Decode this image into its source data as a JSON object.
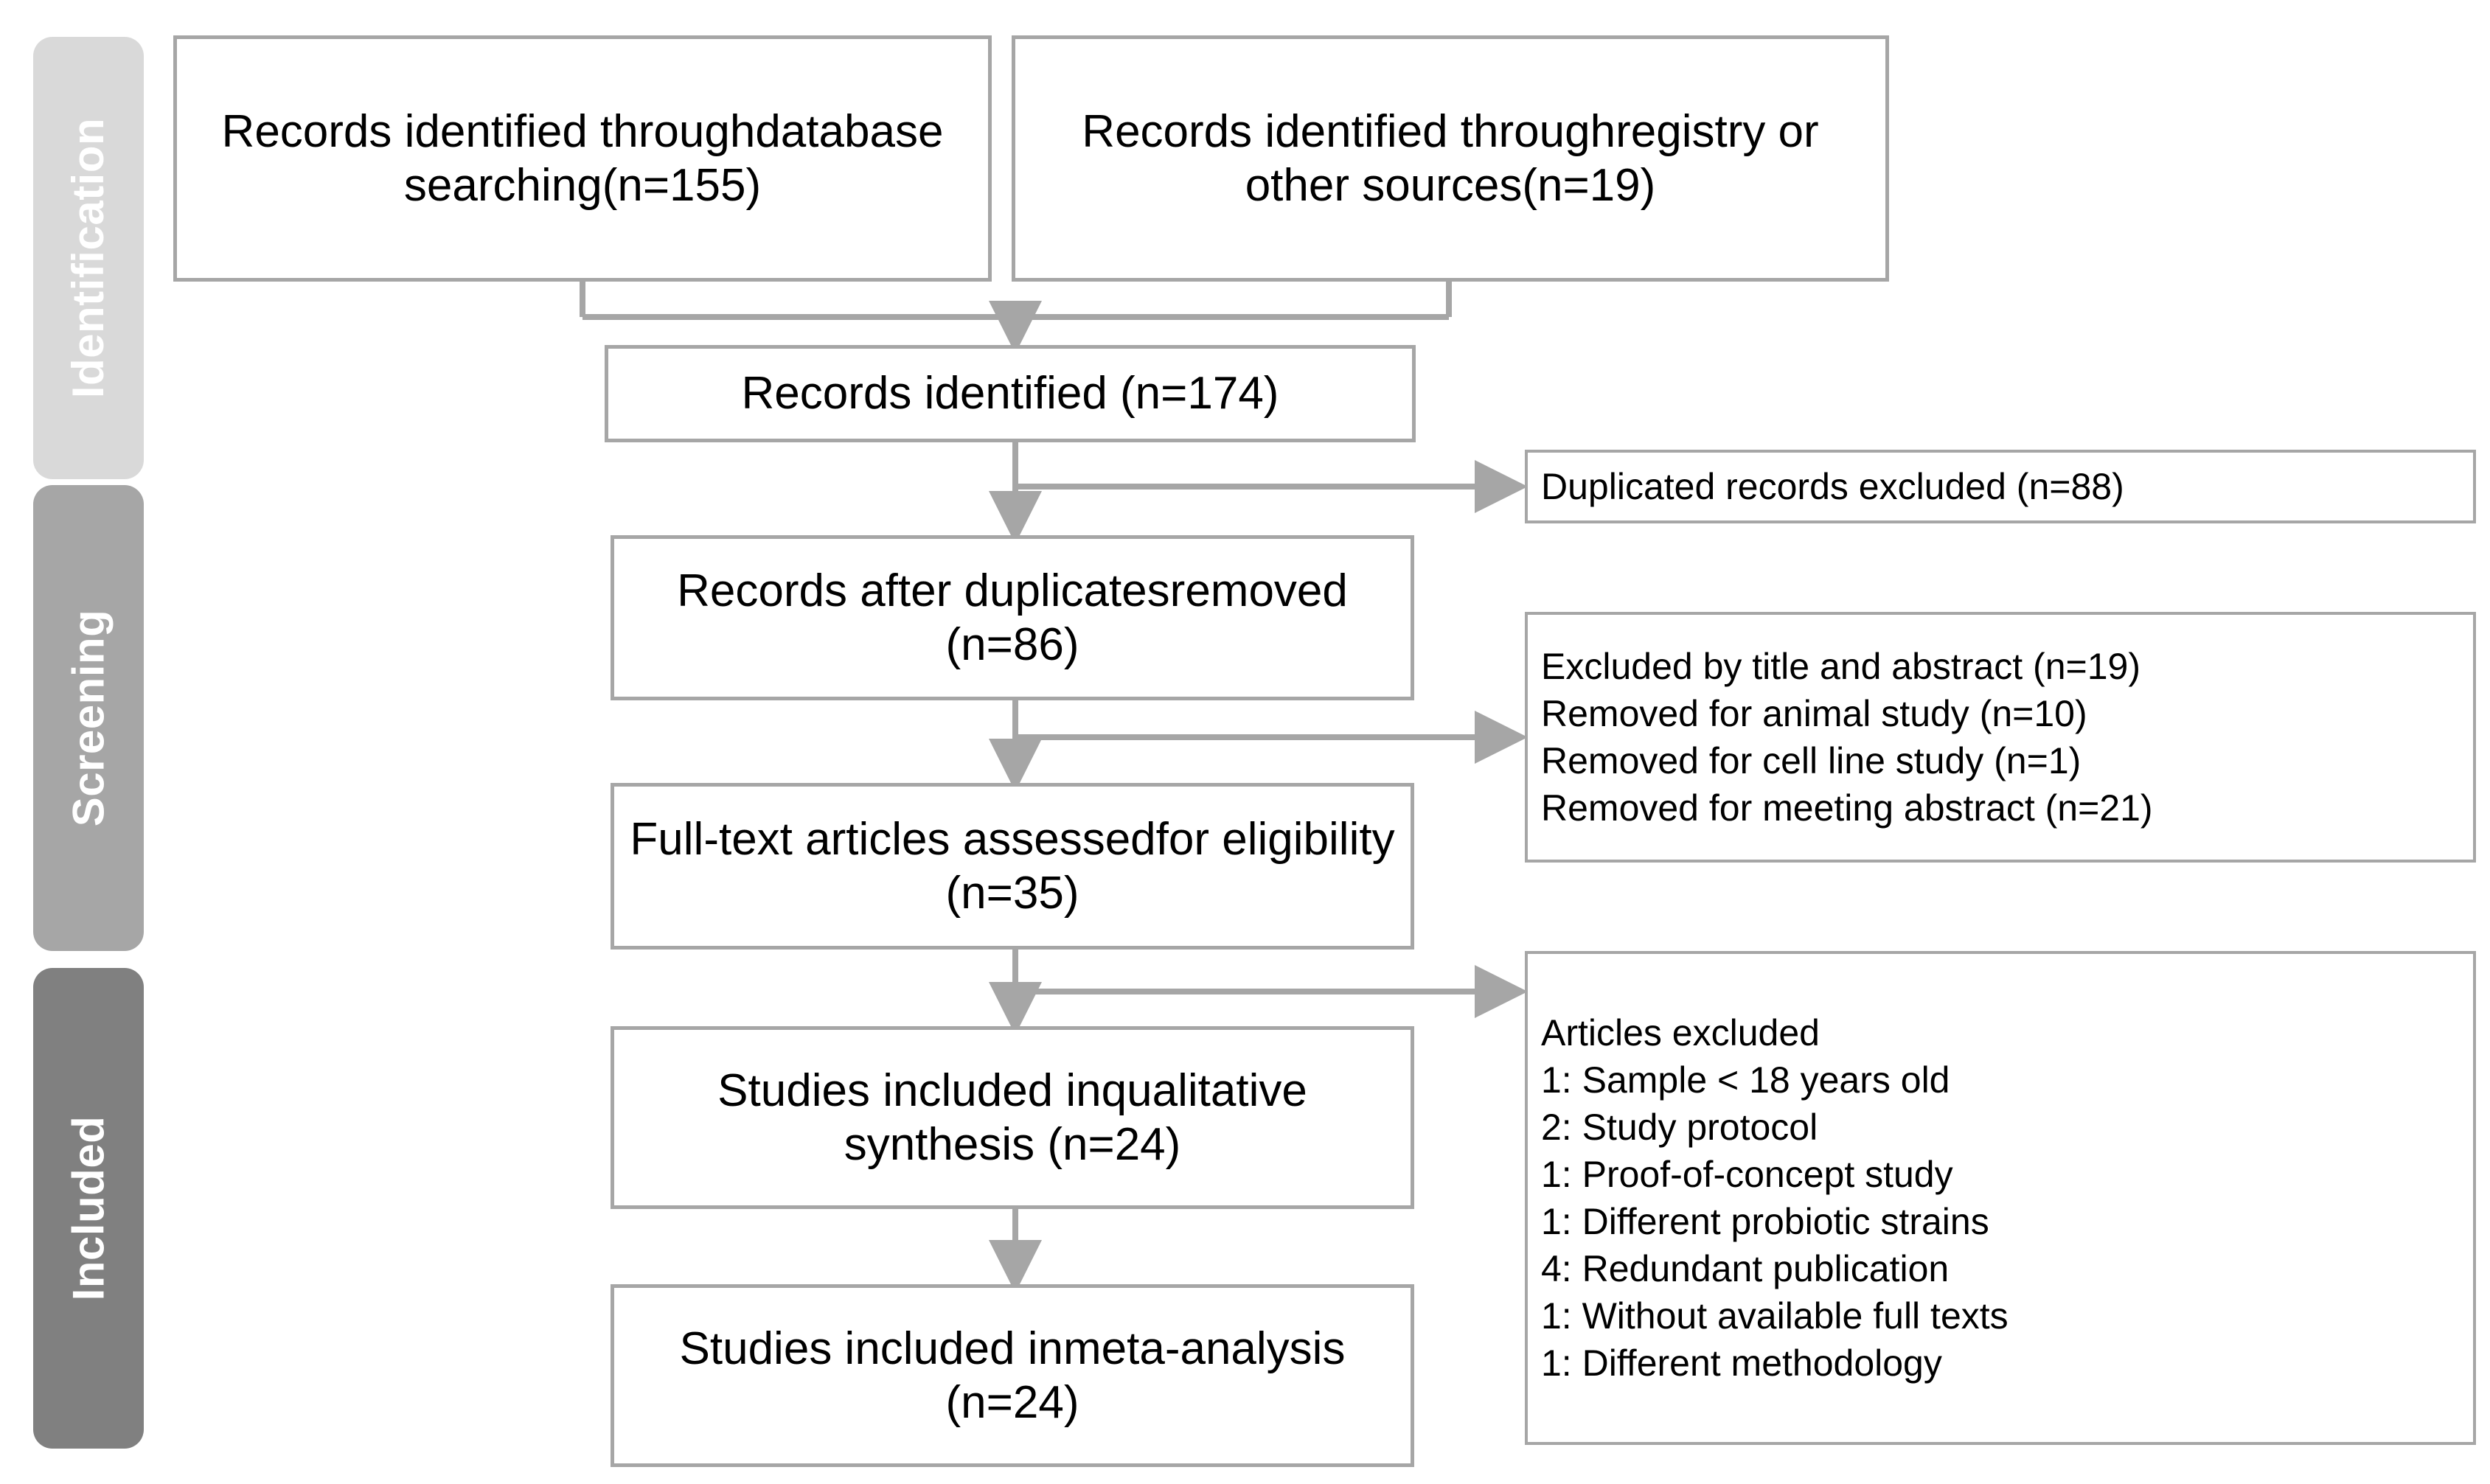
{
  "diagram": {
    "title": "PRISMA flow diagram",
    "colors": {
      "identification_bar": "#d9d9d9",
      "screening_bar": "#a6a6a6",
      "included_bar": "#808080",
      "box_border": "#a6a6a6",
      "connector": "#a6a6a6",
      "box_fill": "#ffffff",
      "text": "#000000",
      "bar_label_text": "#ffffff"
    }
  },
  "stages": [
    {
      "id": "identification",
      "label": "Identification"
    },
    {
      "id": "screening",
      "label": "Screening"
    },
    {
      "id": "included",
      "label": "Included"
    }
  ],
  "boxes": {
    "db_search": {
      "lines": [
        "Records identified through",
        "database searching",
        "(n=155)"
      ],
      "n": 155
    },
    "registry": {
      "lines": [
        "Records identified through",
        "registry or other sources",
        "(n=19)"
      ],
      "n": 19
    },
    "records_identified": {
      "lines": [
        "Records identified (n=174)"
      ],
      "n": 174
    },
    "after_duplicates": {
      "lines": [
        "Records after duplicates",
        "removed (n=86)"
      ],
      "n": 86
    },
    "full_text": {
      "lines": [
        "Full-text articles assessed",
        "for eligibility (n=35)"
      ],
      "n": 35
    },
    "qualitative": {
      "lines": [
        "Studies included in",
        "qualitative synthesis (n=24)"
      ],
      "n": 24
    },
    "meta_analysis": {
      "lines": [
        "Studies included in",
        "meta-analysis (n=24)"
      ],
      "n": 24
    }
  },
  "exclusions": {
    "duplicates": {
      "lines": [
        "Duplicated records excluded (n=88)"
      ],
      "n": 88
    },
    "screening": {
      "lines": [
        "Excluded by title and abstract (n=19)",
        "Removed for animal study (n=10)",
        "Removed for cell line study (n=1)",
        "Removed for meeting abstract (n=21)"
      ]
    },
    "eligibility": {
      "lines": [
        "Articles excluded",
        "1: Sample < 18 years old",
        "2: Study protocol",
        "1: Proof-of-concept study",
        "1: Different probiotic strains",
        "4: Redundant publication",
        "1: Without available full texts",
        "1: Different methodology"
      ]
    }
  }
}
